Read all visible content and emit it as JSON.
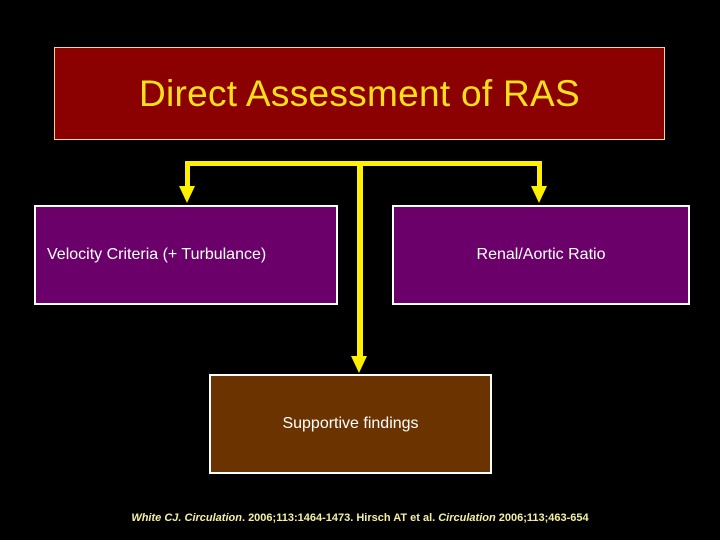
{
  "slide": {
    "background_color": "#000000",
    "title": {
      "text": "Direct Assessment of RAS",
      "background_color": "#8B0000",
      "border_color": "#F2D68A",
      "text_color": "#FFE01A"
    },
    "boxes": [
      {
        "id": "velocity",
        "label": "Velocity Criteria (+ Turbulance)",
        "background_color": "#6B006B",
        "border_color": "#FFFFFF",
        "text_color": "#FFFFFF"
      },
      {
        "id": "ratio",
        "label": "Renal/Aortic Ratio",
        "background_color": "#6B006B",
        "border_color": "#FFFFFF",
        "text_color": "#FFFFFF"
      },
      {
        "id": "supportive",
        "label": "Supportive findings",
        "background_color": "#6B3300",
        "border_color": "#FFFFFF",
        "text_color": "#FFFFFF"
      }
    ],
    "connectors": {
      "color": "#FFF000",
      "description": "arrow-down-icon"
    },
    "citation": {
      "part1": "White CJ. ",
      "journal1": "Circulation",
      "part2": ". 2006;113:1464-1473. Hirsch AT et al. ",
      "journal2": "Circulation",
      "part3": " 2006;113;463-654",
      "text_color": "#F5F0A0"
    }
  }
}
